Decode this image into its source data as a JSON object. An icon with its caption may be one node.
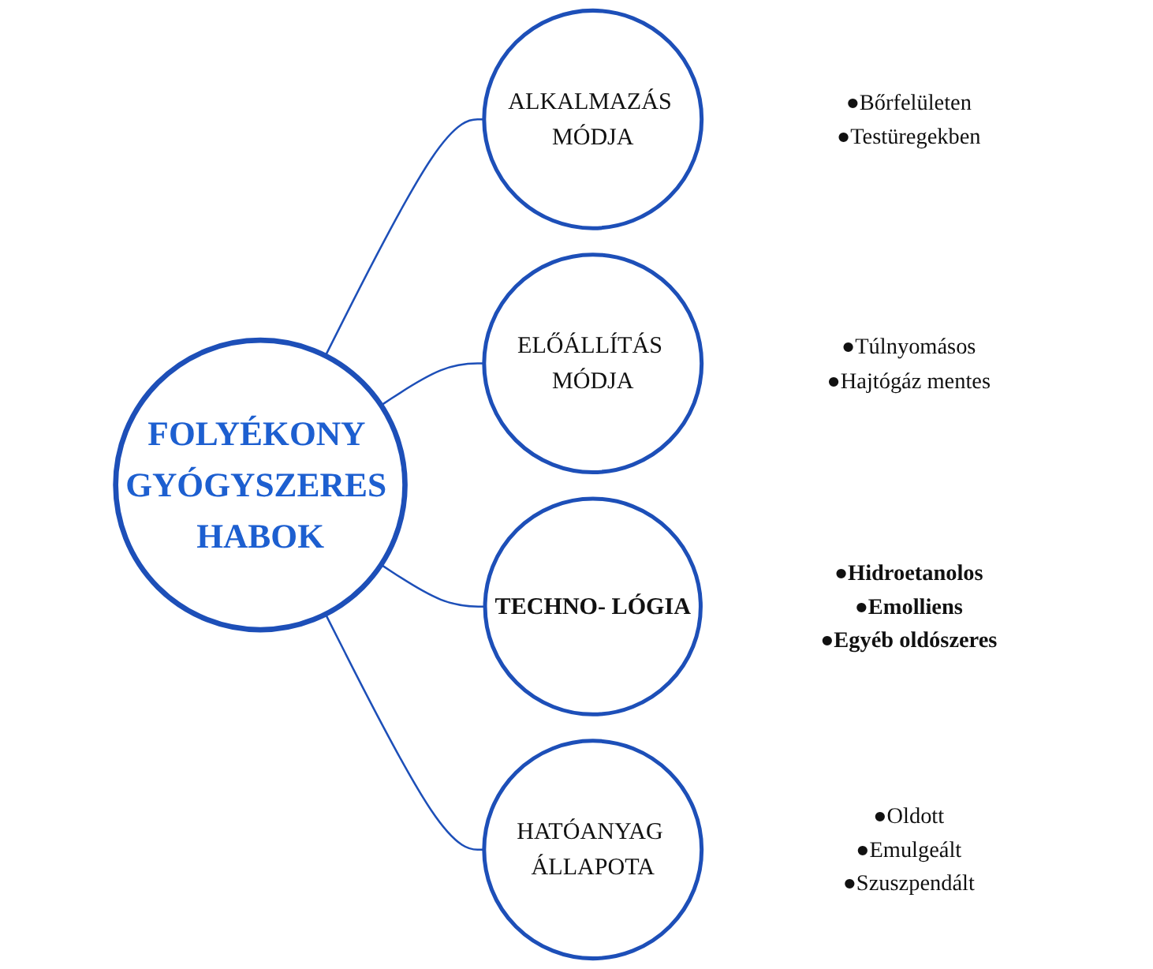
{
  "diagram": {
    "nodes": [
      {
        "text": [
          "FOLYÉKONY GYÓGYSZERES HABOK"
        ]
      },
      {
        "text": [
          "ALKALMAZÁS MÓDJA"
        ],
        "beside": [
          "●Bőrfelületen",
          "●Testüregekben"
        ]
      },
      {
        "text": [
          "ELŐÁLLÍTÁS MÓDJA"
        ],
        "beside": [
          "●Túlnyomásos",
          "●Hajtógáz mentes"
        ]
      },
      {
        "text": [
          "TECHNO- LÓGIA"
        ],
        "beside": [
          "●Hidroetanolos",
          "●Emolliens",
          "●Egyéb oldószeres"
        ]
      },
      {
        "text": [
          "HATÓANYAG ÁLLAPOTA"
        ],
        "beside": [
          "●Oldott",
          "●Emulgeált",
          "●Szuszpendált"
        ]
      }
    ],
    "edges": [
      {
        "from": 0,
        "to": 1,
        "arrow": "none"
      },
      {
        "from": 0,
        "to": 2,
        "arrow": "none"
      },
      {
        "from": 0,
        "to": 3,
        "arrow": "none"
      },
      {
        "from": 0,
        "to": 4,
        "arrow": "none"
      }
    ]
  }
}
